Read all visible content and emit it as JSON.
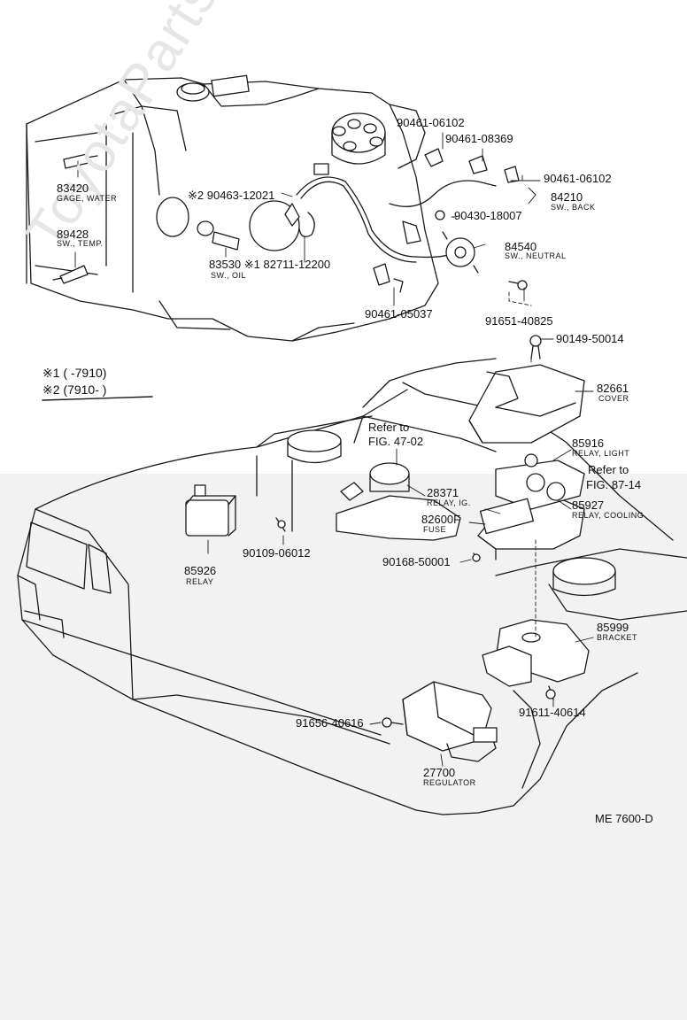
{
  "watermark": "ToyotaParts.ru",
  "legend": {
    "note1": "※1 (        -7910)",
    "note2": "※2 (7910-        )"
  },
  "refs": {
    "fig47": {
      "line1": "Refer to",
      "line2": "FIG. 47-02"
    },
    "fig87": {
      "line1": "Refer to",
      "line2": "FIG. 87-14"
    }
  },
  "parts": {
    "p83420": {
      "number": "83420",
      "desc": "GAGE, WATER"
    },
    "p89428": {
      "number": "89428",
      "desc": "SW., TEMP."
    },
    "p90463": {
      "label": "※2 90463-12021"
    },
    "p83530": {
      "label": "83530 ※1 82711-12200",
      "desc": "SW., OIL"
    },
    "p90461_06102_a": "90461-06102",
    "p90461_08369": "90461-08369",
    "p90461_06102_b": "90461-06102",
    "p84210": {
      "number": "84210",
      "desc": "SW., BACK"
    },
    "p90430": "90430-18007",
    "p84540": {
      "number": "84540",
      "desc": "SW., NEUTRAL"
    },
    "p90461_05037": "90461-05037",
    "p91651": "91651-40825",
    "p90149": "90149-50014",
    "p82661": {
      "number": "82661",
      "desc": "COVER"
    },
    "p85916": {
      "number": "85916",
      "desc": "RELAY, LIGHT"
    },
    "p28371": {
      "number": "28371",
      "desc": "RELAY, IG."
    },
    "p85927": {
      "number": "85927",
      "desc": "RELAY, COOLING"
    },
    "p82600F": {
      "number": "82600F",
      "desc": "FUSE"
    },
    "p90109": "90109-06012",
    "p90168": "90168-50001",
    "p85926": {
      "number": "85926",
      "desc": "RELAY"
    },
    "p85999": {
      "number": "85999",
      "desc": "BRACKET"
    },
    "p91611": "91611-40614",
    "p91656": "91656-40616",
    "p27700": {
      "number": "27700",
      "desc": "REGULATOR"
    }
  },
  "diagram_code": "ME 7600-D"
}
